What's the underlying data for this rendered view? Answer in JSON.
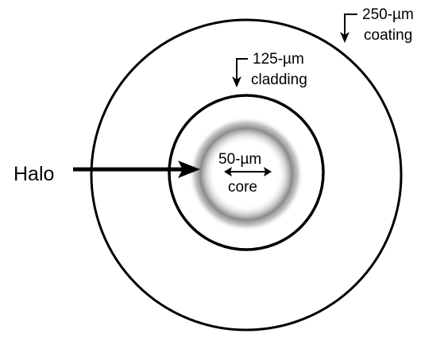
{
  "labels": {
    "coating_line1": "250-µm",
    "coating_line2": "coating",
    "cladding_line1": "125-µm",
    "cladding_line2": "cladding",
    "core_line1": "50-µm",
    "core_line2": "core",
    "halo": "Halo"
  },
  "colors": {
    "stroke": "#000000",
    "halo_gray": "#8a8a8a",
    "background": "#ffffff"
  }
}
